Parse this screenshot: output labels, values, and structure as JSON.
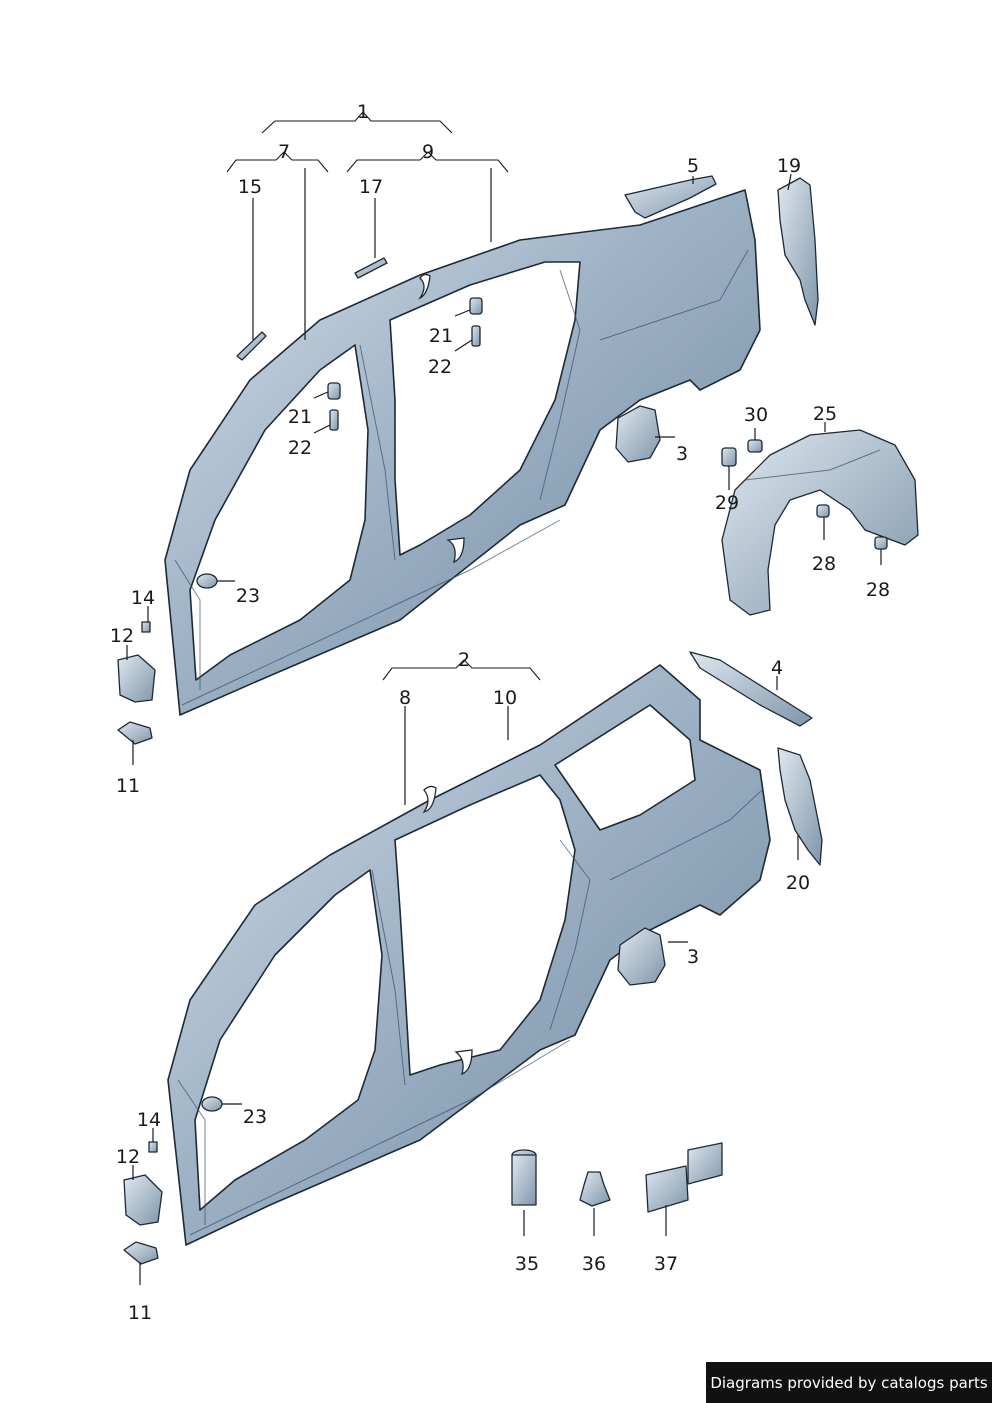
{
  "labels": {
    "p1": "1",
    "p2": "2",
    "p3a": "3",
    "p3b": "3",
    "p4": "4",
    "p5": "5",
    "p7": "7",
    "p8": "8",
    "p9": "9",
    "p10": "10",
    "p11a": "11",
    "p11b": "11",
    "p12a": "12",
    "p12b": "12",
    "p14a": "14",
    "p14b": "14",
    "p15": "15",
    "p17": "17",
    "p19": "19",
    "p20": "20",
    "p21a": "21",
    "p21b": "21",
    "p22a": "22",
    "p22b": "22",
    "p23a": "23",
    "p23b": "23",
    "p25": "25",
    "p28a": "28",
    "p28b": "28",
    "p29": "29",
    "p30": "30",
    "p35": "35",
    "p36": "36",
    "p37": "37"
  },
  "footer": {
    "text": "Diagrams provided by catalogs parts"
  },
  "colors": {
    "steel_light": "#c9d6e2",
    "steel_mid": "#8fa5ba",
    "steel_dark": "#5f7890",
    "outline": "#1d2a36"
  }
}
